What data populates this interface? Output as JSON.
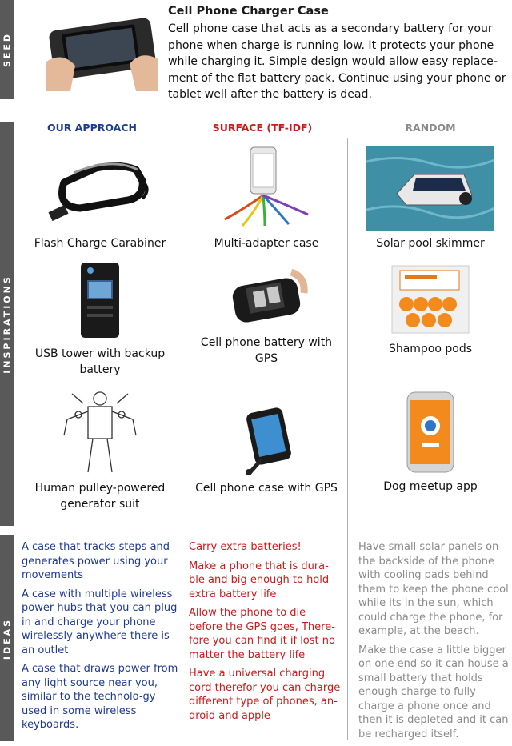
{
  "sidebar": {
    "seed": "SEED",
    "inspirations": "INSPIRATIONS",
    "ideas": "IDEAS"
  },
  "seed": {
    "title": "Cell Phone Charger Case",
    "description": "Cell phone case that acts as a secondary battery for your phone when charge is running low. It protects your phone while charging it. Simple design would allow easy replace-ment of the flat battery pack. Continue using your phone or tablet well after the battery is dead."
  },
  "columns": {
    "approach": {
      "title": "OUR APPROACH",
      "color": "#1f3a93"
    },
    "surface": {
      "title": "SURFACE (TF-IDF)",
      "color": "#cc1a1a"
    },
    "random": {
      "title": "RANDOM",
      "color": "#8a8a8a"
    }
  },
  "inspirations": {
    "approach": [
      "Flash Charge Carabiner",
      "USB tower with backup battery",
      "Human pulley-powered generator suit"
    ],
    "surface": [
      "Multi-adapter case",
      "Cell phone battery with GPS",
      "Cell phone case with GPS"
    ],
    "random": [
      "Solar pool skimmer",
      "Shampoo pods",
      "Dog meetup app"
    ]
  },
  "ideas": {
    "approach": [
      "A case that tracks steps and generates power using your movements",
      "A case with multiple wireless power hubs that you can plug in and charge your phone wirelessly anywhere there is an outlet",
      "A case that draws power from any light source near you, similar to the technolo-gy used in some wireless keyboards."
    ],
    "surface": [
      "Carry extra batteries!",
      "Make a phone that is dura-ble and big enough to hold extra battery life",
      "Allow the phone to die before the GPS goes, There-fore you can find it if lost no matter the battery life",
      "Have a universal charging cord therefor you can charge different type of phones, an-droid and apple"
    ],
    "random": [
      "Have small solar panels on the backside of the phone with cooling pads behind them to keep the phone cool while its in the sun, which could charge the phone, for example, at the beach.",
      "Make the case a little bigger on one end so it can house a small battery that holds enough charge to fully charge a phone once and then it is depleted and it can be recharged itself."
    ]
  }
}
